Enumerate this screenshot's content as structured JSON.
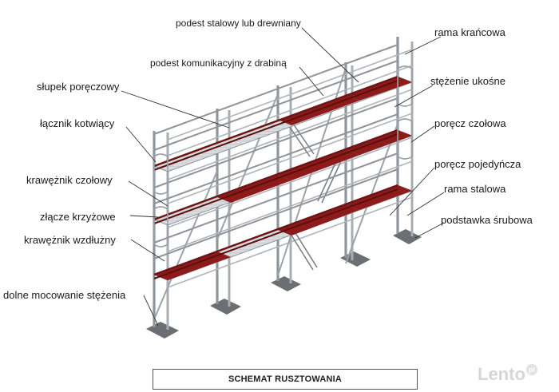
{
  "labels": {
    "podest_stalowy": "podest stalowy lub drewniany",
    "rama_krancowa": "rama krańcowa",
    "podest_komunikacyjny": "podest komunikacyjny z drabiną",
    "stezenie_ukosne": "stężenie ukośne",
    "slupek_poreczowy": "słupek poręczowy",
    "porecz_czolowa": "poręcz czołowa",
    "lacznik_kotwiacy": "łącznik kotwiący",
    "porecz_pojedyncza": "poręcz pojedyńcza",
    "kraweznik_czolowy": "krawężnik czołowy",
    "rama_stalowa": "rama stalowa",
    "zlacze_krzyzowe": "złącze krzyżowe",
    "podstawka_srubowa": "podstawka śrubowa",
    "kraweznik_wzdluzny": "krawężnik wzdłużny",
    "dolne_mocowanie": "dolne mocowanie stężenia"
  },
  "caption": "SCHEMAT RUSZTOWANIA",
  "watermark": "Lento",
  "watermark_badge": "pl",
  "colors": {
    "deck": "#8e1a1a",
    "deck_dark": "#5c0f0f",
    "grating": "#d6d9dc",
    "frame": "#9aa0a6",
    "leader": "#333333"
  }
}
